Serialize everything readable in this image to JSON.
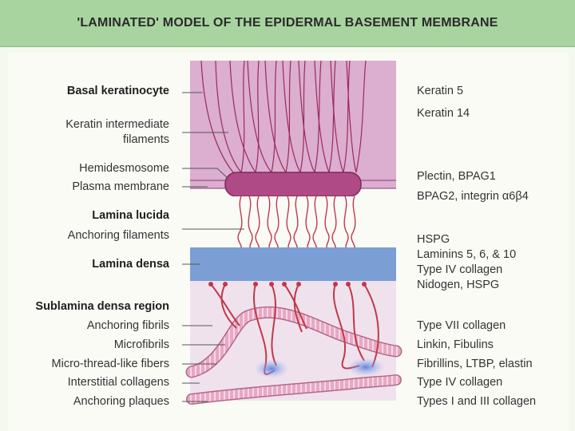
{
  "title": "'LAMINATED' MODEL OF THE EPIDERMAL BASEMENT MEMBRANE",
  "left_labels": [
    {
      "text": "Basal keratinocyte",
      "bold": true
    },
    {
      "text": "Keratin intermediate",
      "bold": false
    },
    {
      "text": "filaments",
      "bold": false
    },
    {
      "text": "Hemidesmosome",
      "bold": false
    },
    {
      "text": "Plasma membrane",
      "bold": false
    },
    {
      "text": "Lamina lucida",
      "bold": true
    },
    {
      "text": "Anchoring filaments",
      "bold": false
    },
    {
      "text": "Lamina densa",
      "bold": true
    },
    {
      "text": "Sublamina densa region",
      "bold": true
    },
    {
      "text": "Anchoring fibrils",
      "bold": false
    },
    {
      "text": "Microfibrils",
      "bold": false
    },
    {
      "text": "Micro-thread-like fibers",
      "bold": false
    },
    {
      "text": "Interstitial collagens",
      "bold": false
    },
    {
      "text": "Anchoring plaques",
      "bold": false
    }
  ],
  "right_labels": [
    "Keratin 5",
    "Keratin 14",
    "Plectin, BPAG1",
    "BPAG2, integrin α6β4",
    "HSPG",
    "Laminins 5, 6, & 10",
    "Type IV collagen",
    "Nidogen, HSPG",
    "Type VII collagen",
    "Linkin, Fibulins",
    "Fibrillins, LTBP, elastin",
    "Type IV collagen",
    "Types I and III collagen"
  ],
  "colors": {
    "keratinocyte": "#dcaed0",
    "hemidesmosome": "#b04a86",
    "filament_line": "#9a2a5a",
    "lamina_densa": "#7b9fd4",
    "fibril": "#c0384a",
    "collagen_fiber": "#e4a0bc",
    "plaque": "#6a8ad8"
  }
}
